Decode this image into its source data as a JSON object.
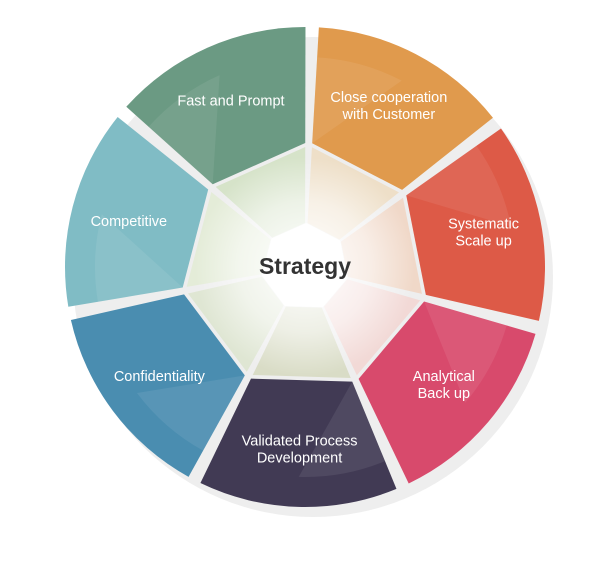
{
  "center": {
    "label": "Strategy"
  },
  "segments": [
    {
      "key": "fast-and-prompt",
      "lines": [
        "Fast and Prompt"
      ],
      "color": "#6b9a83",
      "inner_color": "#d6e3c9"
    },
    {
      "key": "close-cooperation-with-customer",
      "lines": [
        "Close cooperation",
        "with Customer"
      ],
      "color": "#e09a4d",
      "inner_color": "#eedfc8"
    },
    {
      "key": "systematic-scale-up",
      "lines": [
        "Systematic",
        "Scale up"
      ],
      "color": "#dd5a47",
      "inner_color": "#f0d8c8"
    },
    {
      "key": "analytical-back-up",
      "lines": [
        "Analytical",
        "Back up"
      ],
      "color": "#d84a6c",
      "inner_color": "#f2d9d6"
    },
    {
      "key": "validated-process-development",
      "lines": [
        "Validated Process",
        "Development"
      ],
      "color": "#413a54",
      "inner_color": "#d9dcc6"
    },
    {
      "key": "confidentiality",
      "lines": [
        "Confidentiality"
      ],
      "color": "#4a8db0",
      "inner_color": "#dfe6d3"
    },
    {
      "key": "competitive",
      "lines": [
        "Competitive"
      ],
      "color": "#80bcc5",
      "inner_color": "#e4ecd8"
    }
  ]
}
